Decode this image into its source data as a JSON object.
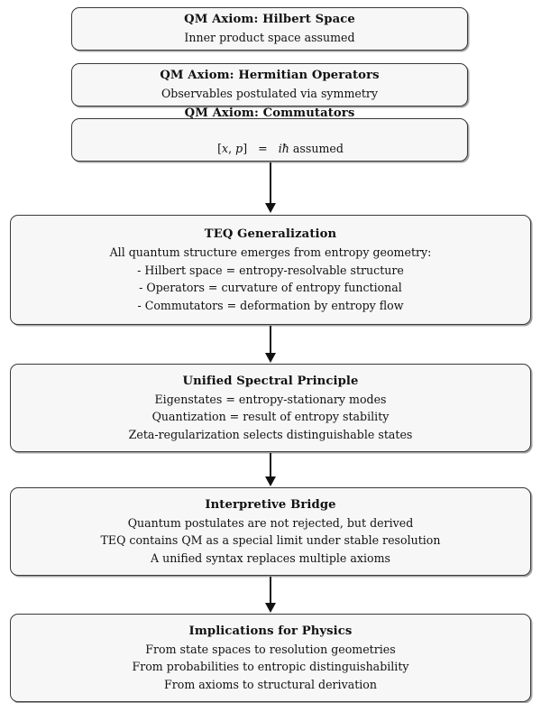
{
  "diagram": {
    "title": "QM axioms to TEQ generalization flowchart",
    "style": {
      "box_fill": "#f7f7f7",
      "box_border": "#3a3a3a",
      "text_color": "#111111",
      "arrow_color": "#111111"
    },
    "axioms": [
      {
        "id": "hilbert",
        "title": "QM Axiom:  Hilbert Space",
        "lines": [
          "Inner product space assumed"
        ]
      },
      {
        "id": "hermitian",
        "title": "QM Axiom:  Hermitian Operators",
        "lines": [
          "Observables postulated via symmetry"
        ]
      },
      {
        "id": "commutators",
        "title": "QM Axiom:  Commutators",
        "math": {
          "lhs_open": "[",
          "lhs_x": "x",
          "lhs_comma": ", ",
          "lhs_p": "p",
          "lhs_close": "]",
          "equals": "=",
          "rhs_i": "i",
          "rhs_hbar": "ħ",
          "rhs_text": " assumed",
          "plain": "[x, p]   =   iħ assumed"
        }
      }
    ],
    "stages": [
      {
        "id": "teq",
        "title": "TEQ Generalization",
        "lines": [
          "All quantum structure emerges from entropy geometry:",
          "- Hilbert space = entropy-resolvable structure",
          "- Operators = curvature of entropy functional",
          "- Commutators = deformation by entropy flow"
        ]
      },
      {
        "id": "spectral",
        "title": "Unified Spectral Principle",
        "lines": [
          "Eigenstates = entropy-stationary modes",
          "Quantization = result of entropy stability",
          "Zeta-regularization selects distinguishable states"
        ]
      },
      {
        "id": "bridge",
        "title": "Interpretive Bridge",
        "lines": [
          "Quantum postulates are not rejected, but derived",
          "TEQ contains QM as a special limit under stable resolution",
          "A unified syntax replaces multiple axioms"
        ]
      },
      {
        "id": "implications",
        "title": "Implications for Physics",
        "lines": [
          "From state spaces to resolution geometries",
          "From probabilities to entropic distinguishability",
          "From axioms to structural derivation"
        ]
      }
    ],
    "arrows": [
      {
        "id": "axioms-to-teq",
        "from": "axiom-group",
        "to": "teq"
      },
      {
        "id": "teq-to-spectral",
        "from": "teq",
        "to": "spectral"
      },
      {
        "id": "spectral-to-bridge",
        "from": "spectral",
        "to": "bridge"
      },
      {
        "id": "bridge-to-implications",
        "from": "bridge",
        "to": "implications"
      }
    ]
  }
}
